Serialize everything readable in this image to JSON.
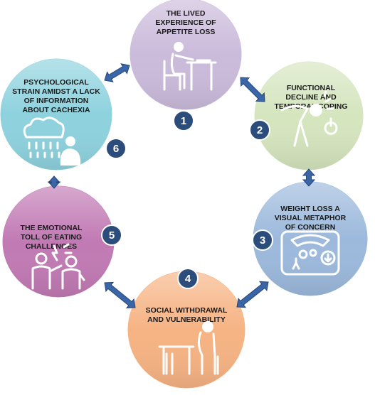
{
  "themes": [
    {
      "number": "1",
      "lines": [
        "THE LIVED",
        "EXPERIENCE OF",
        "APPETITE LOSS"
      ],
      "color": "#cbbbdb",
      "icon": "person-at-table-icon"
    },
    {
      "number": "2",
      "lines": [
        "FUNCTIONAL",
        "DECLINE AND",
        "TEMPORAL COPING"
      ],
      "color": "#d5e5be",
      "icon": "fatigued-person-icon"
    },
    {
      "number": "3",
      "lines": [
        "WEIGHT LOSS A",
        "VISUAL METAPHOR",
        "OF CONCERN"
      ],
      "color": "#9cb9dc",
      "icon": "scale-icon"
    },
    {
      "number": "4",
      "lines": [
        "SOCIAL WITHDRAWAL",
        "AND VULNERABILITY"
      ],
      "color": "#f6b383",
      "icon": "person-alone-at-table-icon"
    },
    {
      "number": "5",
      "lines": [
        "THE EMOTIONAL",
        "TOLL OF EATING",
        "CHALLENGES"
      ],
      "color": "#c17ab4",
      "icon": "arguing-people-icon"
    },
    {
      "number": "6",
      "lines": [
        "PSYCHOLOGICAL",
        "STRAIN AMIDST A LACK",
        "OF INFORMATION",
        "ABOUT CACHEXIA"
      ],
      "color": "#8ed2de",
      "icon": "rain-cloud-person-icon"
    }
  ],
  "colors": {
    "badge": "#2c4d7b",
    "arrow": "#3a66a8",
    "outline": "#ffffff"
  }
}
